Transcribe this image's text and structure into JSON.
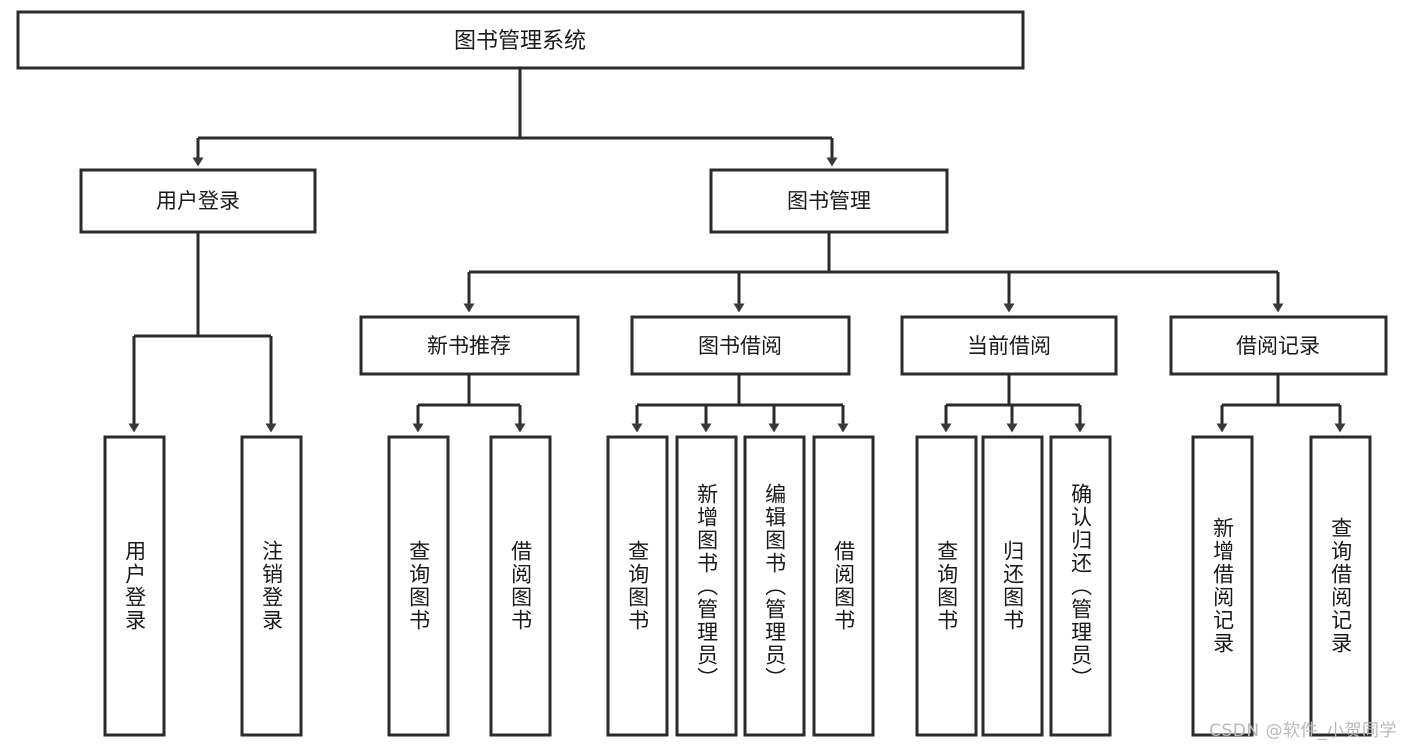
{
  "diagram": {
    "type": "tree",
    "title": "图书管理系统",
    "watermark": "CSDN @软件_小贺同学",
    "colors": {
      "box_stroke": "#2b2b2b",
      "box_fill": "#ffffff",
      "connector": "#2b2b2b",
      "arrow": "#3a3a3a",
      "text": "#1a1a1a",
      "watermark": "#b9b9b9"
    },
    "levels": {
      "root": {
        "label": "图书管理系统"
      },
      "level2": [
        {
          "label": "用户登录"
        },
        {
          "label": "图书管理"
        }
      ],
      "level3": [
        {
          "label": "新书推荐"
        },
        {
          "label": "图书借阅"
        },
        {
          "label": "当前借阅"
        },
        {
          "label": "借阅记录"
        }
      ],
      "leaves_user_login": [
        {
          "label": "用户登录"
        },
        {
          "label": "注销登录"
        }
      ],
      "leaves_new_book": [
        {
          "label": "查询图书"
        },
        {
          "label": "借阅图书"
        }
      ],
      "leaves_book_borrow": [
        {
          "label": "查询图书"
        },
        {
          "label": "新增图书（管理员）"
        },
        {
          "label": "编辑图书（管理员）"
        },
        {
          "label": "借阅图书"
        }
      ],
      "leaves_current_borrow": [
        {
          "label": "查询图书"
        },
        {
          "label": "归还图书"
        },
        {
          "label": "确认归还（管理员）"
        }
      ],
      "leaves_borrow_record": [
        {
          "label": "新增借阅记录"
        },
        {
          "label": "查询借阅记录"
        }
      ]
    }
  }
}
